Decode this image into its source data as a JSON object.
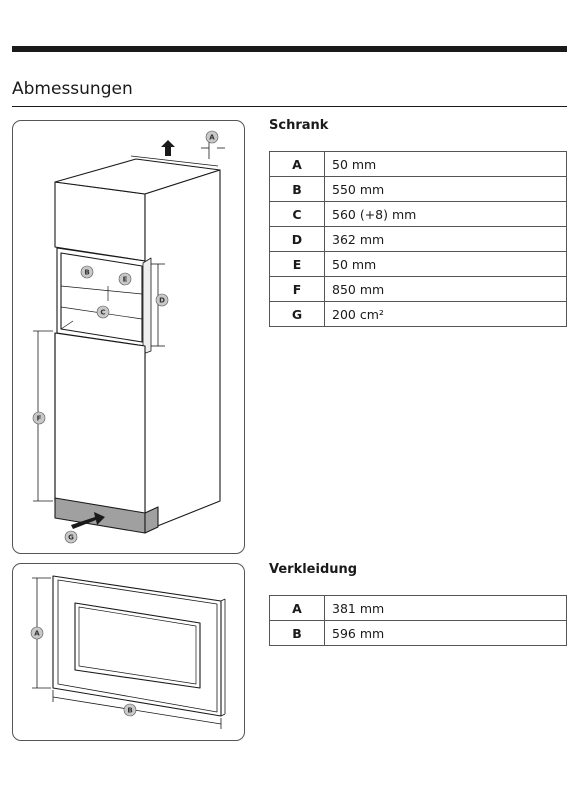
{
  "page": {
    "title": "Abmessungen"
  },
  "cabinet": {
    "heading": "Schrank",
    "rows": [
      {
        "key": "A",
        "value": "50 mm"
      },
      {
        "key": "B",
        "value": "550 mm"
      },
      {
        "key": "C",
        "value": "560 (+8) mm"
      },
      {
        "key": "D",
        "value": "362 mm"
      },
      {
        "key": "E",
        "value": "50 mm"
      },
      {
        "key": "F",
        "value": "850 mm"
      },
      {
        "key": "G",
        "value": "200 cm²"
      }
    ],
    "diagram_labels": [
      "A",
      "B",
      "E",
      "C",
      "D",
      "F",
      "G"
    ]
  },
  "trim": {
    "heading": "Verkleidung",
    "rows": [
      {
        "key": "A",
        "value": "381 mm"
      },
      {
        "key": "B",
        "value": "596 mm"
      }
    ],
    "diagram_labels": [
      "A",
      "B"
    ]
  },
  "colors": {
    "ink": "#1a1a1a",
    "label_bubble": "#c8c8c8",
    "panel_border": "#555555",
    "cabinet_base": "#a0a0a0"
  }
}
